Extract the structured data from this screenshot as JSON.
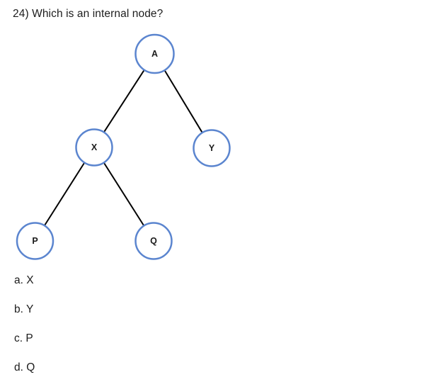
{
  "question": {
    "text": "24) Which is an internal node?"
  },
  "diagram": {
    "type": "binary-tree",
    "node_fill": "#ffffff",
    "node_stroke": "#5b85cf",
    "edge_color": "#000000",
    "nodes": [
      {
        "id": "A",
        "label": "A"
      },
      {
        "id": "X",
        "label": "X"
      },
      {
        "id": "Y",
        "label": "Y"
      },
      {
        "id": "P",
        "label": "P"
      },
      {
        "id": "Q",
        "label": "Q"
      }
    ],
    "edges": [
      "A-X",
      "A-Y",
      "X-P",
      "X-Q"
    ]
  },
  "options": [
    {
      "label": "a. X"
    },
    {
      "label": "b. Y"
    },
    {
      "label": "c. P"
    },
    {
      "label": "d. Q"
    }
  ]
}
